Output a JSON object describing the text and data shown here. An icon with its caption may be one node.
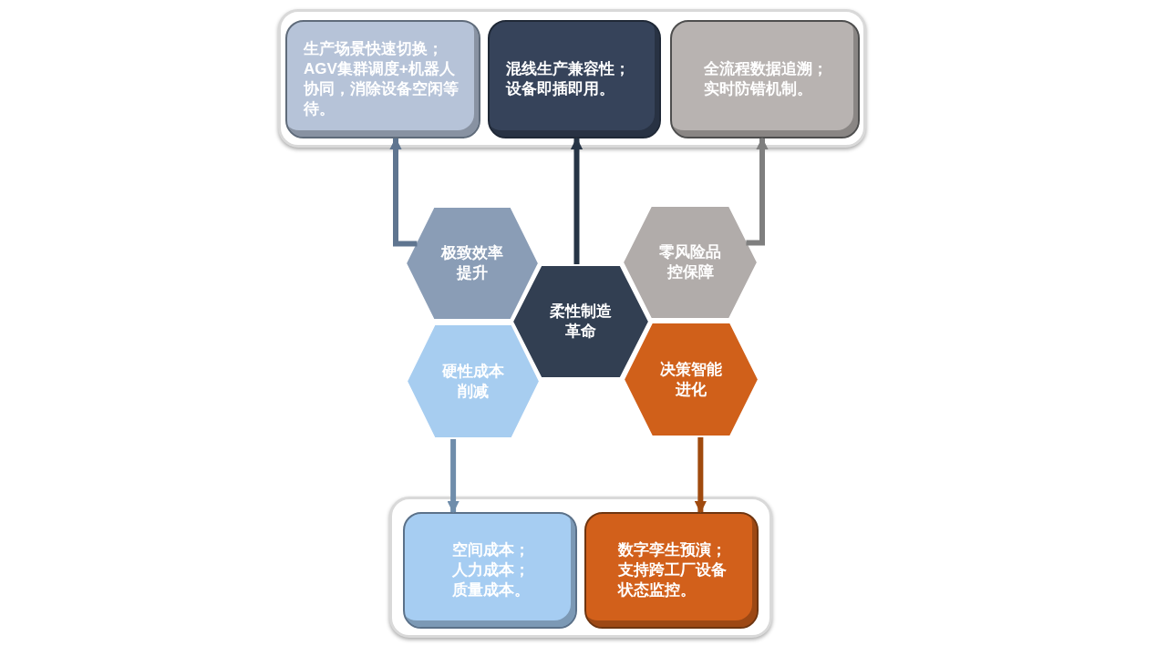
{
  "diagram": {
    "nodes": [
      {
        "text": [],
        "shape": "box"
      },
      {
        "text": [
          "生产场景快速切换；AGV集群调度+机器人协同，消除设备空闲等待。"
        ],
        "in": 0
      },
      {
        "text": [
          "混线生产兼容性；设备即插即用。"
        ],
        "in": 0
      },
      {
        "text": [
          "全流程数据追溯；实时防错机制。"
        ],
        "in": 0
      },
      {
        "text": [
          "极致效率提升"
        ]
      },
      {
        "text": [
          "零风险品控保障"
        ]
      },
      {
        "text": [
          "柔性制造革命"
        ]
      },
      {
        "text": [
          "硬性成本削减"
        ]
      },
      {
        "text": [
          "决策智能进化"
        ]
      },
      {
        "text": [],
        "shape": "box"
      },
      {
        "text": [
          "空间成本；人力成本；质量成本。"
        ],
        "in": 9
      },
      {
        "text": [
          "数字孪生预演；支持跨工厂设备状态监控。"
        ],
        "in": 9
      }
    ],
    "edges": [
      {
        "from": 4,
        "to": 1,
        "arrow": "to",
        "color": "#5f7590"
      },
      {
        "from": 6,
        "to": 2,
        "arrow": "to",
        "color": "#263445"
      },
      {
        "from": 5,
        "to": 3,
        "arrow": "to",
        "color": "#7f7f7f"
      },
      {
        "from": 7,
        "to": 10,
        "arrow": "to",
        "color": "#6f8dab"
      },
      {
        "from": 8,
        "to": 11,
        "arrow": "to",
        "color": "#a04a0e"
      }
    ]
  }
}
